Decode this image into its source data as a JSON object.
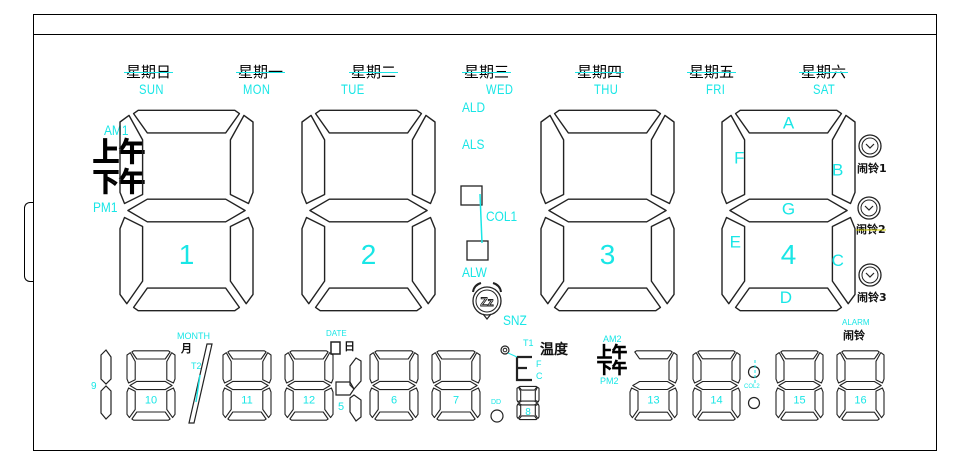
{
  "weekdays": [
    {
      "cn": "星期日",
      "en": "SUN"
    },
    {
      "cn": "星期一",
      "en": "MON"
    },
    {
      "cn": "星期二",
      "en": "TUE"
    },
    {
      "cn": "星期三",
      "en": "WED"
    },
    {
      "cn": "星期四",
      "en": "THU"
    },
    {
      "cn": "星期五",
      "en": "FRI"
    },
    {
      "cn": "星期六",
      "en": "SAT"
    }
  ],
  "ampm1": {
    "am_label": "AM1",
    "am_cn": "上午",
    "pm_cn": "下午",
    "pm_label": "PM1"
  },
  "ampm2": {
    "am_label": "AM2",
    "am_cn": "上午",
    "pm_cn": "下午",
    "pm_label": "PM2"
  },
  "indicators": {
    "ald": "ALD",
    "als": "ALS",
    "col1": "COL1",
    "alw": "ALW",
    "snz": "SNZ",
    "snooze_glyph": "Zz",
    "col2": "COL2"
  },
  "big_digits": [
    {
      "number": "1"
    },
    {
      "number": "2"
    },
    {
      "number": "3"
    },
    {
      "number": "4"
    }
  ],
  "segment_letters": {
    "a": "A",
    "b": "B",
    "c": "C",
    "d": "D",
    "e": "E",
    "f": "F",
    "g": "G"
  },
  "alarms": [
    {
      "label": "闹铃1"
    },
    {
      "label": "闹铃2"
    },
    {
      "label": "闹铃3"
    }
  ],
  "date_row": {
    "month_label": "MONTH",
    "month_cn": "月",
    "t2_label": "T2",
    "date_label": "DATE",
    "date_cn": "日",
    "dd_label": "DD",
    "digits": [
      {
        "number": "9"
      },
      {
        "number": "10"
      },
      {
        "number": "11"
      },
      {
        "number": "12"
      },
      {
        "number": "5"
      },
      {
        "number": "6"
      },
      {
        "number": "7"
      },
      {
        "number": "8"
      }
    ]
  },
  "temperature": {
    "t1_label": "T1",
    "cn": "温度",
    "f_label": "F",
    "c_label": "C",
    "degree_symbol": "°"
  },
  "time_row": {
    "alarm_label": "ALARM",
    "alarm_cn": "闹铃",
    "digits": [
      {
        "number": "13"
      },
      {
        "number": "14"
      },
      {
        "number": "15"
      },
      {
        "number": "16"
      }
    ]
  },
  "colors": {
    "outline": "#222222",
    "label": "#19e6e6",
    "background": "#ffffff"
  }
}
